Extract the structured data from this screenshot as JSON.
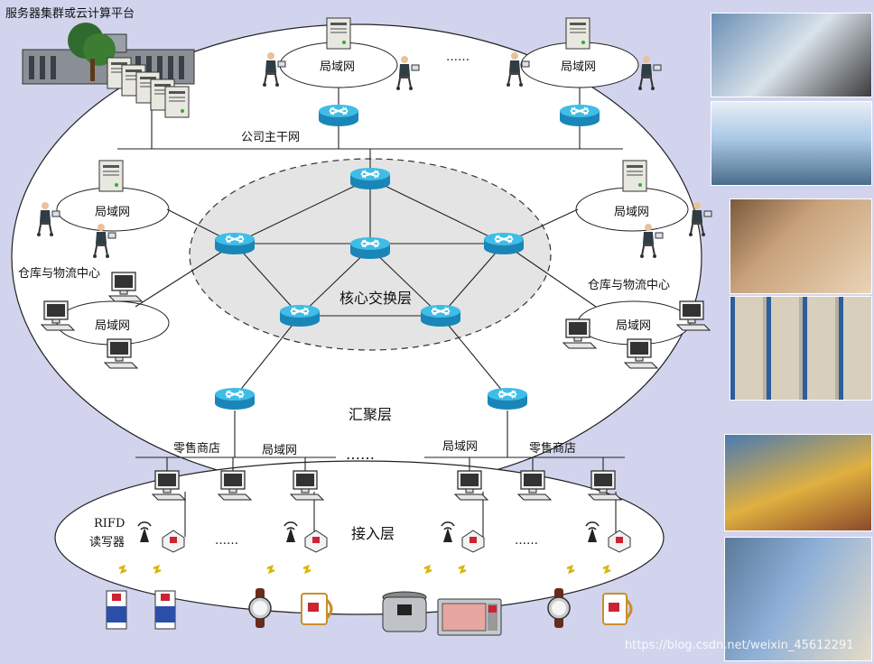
{
  "labels": {
    "cloud_platform": "服务器集群或云计算平台",
    "lan_top_left": "局域网",
    "lan_top_right": "局域网",
    "top_dots": "……",
    "company_backbone": "公司主干网",
    "lan_mid_left_upper": "局域网",
    "lan_mid_left_lower": "局域网",
    "lan_mid_right_upper": "局域网",
    "lan_mid_right_lower": "局域网",
    "warehouse_left": "仓库与物流中心",
    "warehouse_right": "仓库与物流中心",
    "core_layer": "核心交换层",
    "aggregation_layer": "汇聚层",
    "retail_left": "零售商店",
    "lan_bottom_left": "局域网",
    "mid_dots": "……",
    "lan_bottom_right": "局域网",
    "retail_right": "零售商店",
    "access_layer": "接入层",
    "rfid_reader_line1": "RIFD",
    "rfid_reader_line2": "读写器",
    "access_dots_left": "……",
    "access_dots_right": "……",
    "watermark": "https://blog.csdn.net/weixin_45612291"
  },
  "colors": {
    "background": "#d2d4ee",
    "ellipse_fill": "#ffffff",
    "core_fill": "#e4e4e4",
    "router": "#29a9d6",
    "line": "#222222"
  },
  "photos": [
    {
      "name": "office-workers-photo",
      "colors": [
        "#6a8fb5",
        "#d9e2ea",
        "#3b3b3b"
      ]
    },
    {
      "name": "call-center-photo",
      "colors": [
        "#a9c8e6",
        "#e8eef5",
        "#4a6d8a"
      ]
    },
    {
      "name": "barcode-scanning-photo",
      "colors": [
        "#c9a27b",
        "#e9d4b6",
        "#7a5a3c"
      ]
    },
    {
      "name": "warehouse-shelves-photo",
      "colors": [
        "#b8b0a0",
        "#d8cfbc",
        "#2d5d9b"
      ]
    },
    {
      "name": "supermarket-checkout-photo",
      "colors": [
        "#4a7ab3",
        "#e0b040",
        "#8a4a2a"
      ]
    },
    {
      "name": "retail-shopper-photo",
      "colors": [
        "#8fb0d8",
        "#e5dcc8",
        "#5a7a9a"
      ]
    }
  ]
}
